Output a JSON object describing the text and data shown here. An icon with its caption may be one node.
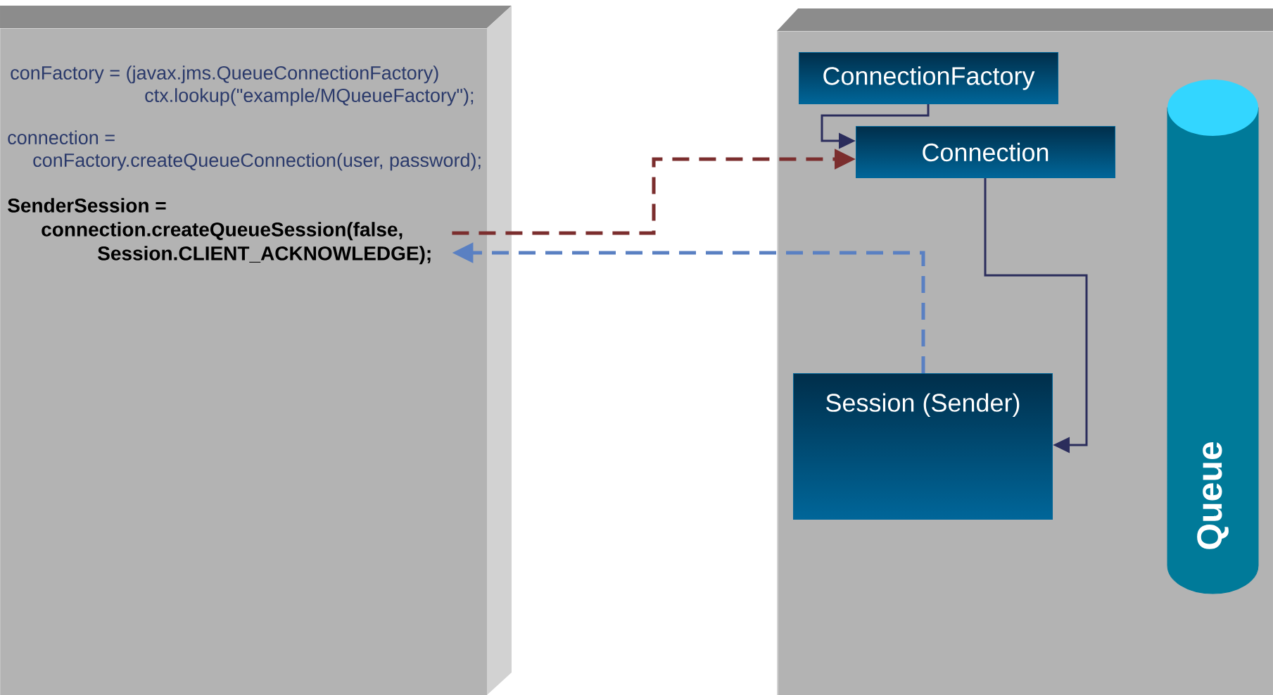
{
  "diagram": {
    "nodes": [
      {
        "text": [],
        "shape": "box"
      },
      {
        "text": [
          "conFactory = (javax.jms.QueueConnectionFactory) ctx.lookup(\"example/MQueueFactory\");"
        ],
        "in": 0
      },
      {
        "text": [
          "connection = conFactory.createQueueConnection(user, password);"
        ],
        "in": 0
      },
      {
        "text": [
          "SenderSession = connection.createQueueSession(false, Session.CLIENT_ACKNOWLEDGE);"
        ],
        "in": 0
      },
      {
        "text": [],
        "shape": "box"
      },
      {
        "text": [
          "ConnectionFactory"
        ],
        "in": 4
      },
      {
        "text": [
          "Connection"
        ],
        "in": 4
      },
      {
        "text": [
          "Session (Sender)"
        ],
        "in": 4
      },
      {
        "text": [
          "Queue"
        ],
        "in": 4
      }
    ],
    "edges": [
      {
        "from": 5,
        "to": 6,
        "arrow": "to"
      },
      {
        "from": 6,
        "to": 7,
        "arrow": "to"
      },
      {
        "from": 3,
        "to": 6,
        "arrow": "to",
        "style": "dashed",
        "color": "#7b2e2e"
      },
      {
        "from": 7,
        "to": 3,
        "arrow": "to",
        "style": "dashed",
        "color": "#5a80c2"
      }
    ]
  }
}
